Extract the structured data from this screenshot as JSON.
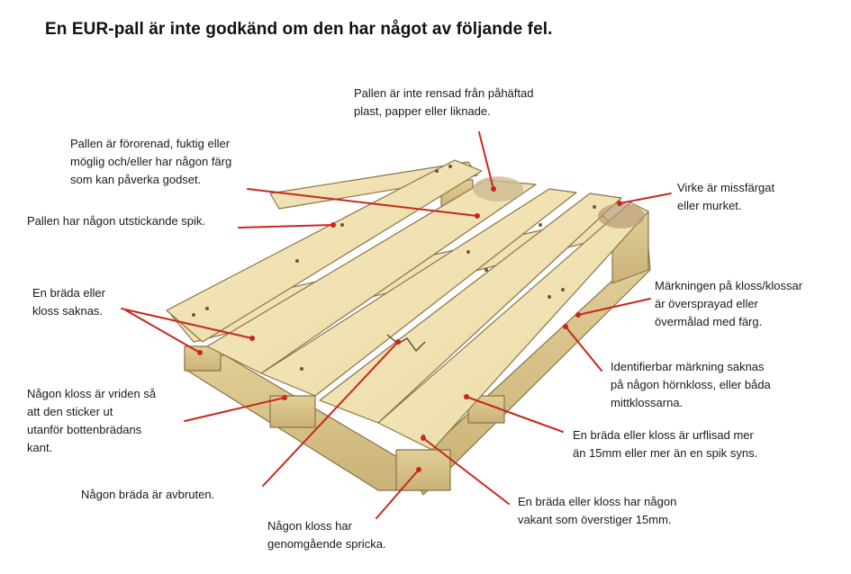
{
  "title": "En EUR-pall är inte godkänd om den har något av följande fel.",
  "colors": {
    "leader": "#c8281e",
    "wood": "#f1e3b3",
    "wood_edge": "#8a7448",
    "shade": "#d9c48c"
  },
  "labels": [
    {
      "id": "plast",
      "lines": [
        "Pallen är inte rensad från påhäftad",
        "plast, papper eller liknade."
      ]
    },
    {
      "id": "fororenad",
      "lines": [
        "Pallen är förorenad, fuktig eller",
        "möglig och/eller har någon färg",
        "som kan påverka godset."
      ]
    },
    {
      "id": "spik",
      "lines": [
        "Pallen har någon utstickande spik."
      ]
    },
    {
      "id": "missfargat",
      "lines": [
        "Virke är missfärgat",
        "eller murket."
      ]
    },
    {
      "id": "saknas",
      "lines": [
        "En bräda eller",
        "kloss saknas."
      ]
    },
    {
      "id": "markning-oversprayad",
      "lines": [
        "Märkningen på kloss/klossar",
        "är översprayad eller",
        "övermålad med färg."
      ]
    },
    {
      "id": "identifierbar",
      "lines": [
        "Identifierbar märkning saknas",
        "på någon hörnkloss, eller båda",
        "mittklossarna."
      ]
    },
    {
      "id": "vriden",
      "lines": [
        "Någon kloss är vriden så",
        "att den sticker ut",
        "utanför bottenbrädans",
        "kant."
      ]
    },
    {
      "id": "urflisad",
      "lines": [
        "En bräda eller kloss är urflisad mer",
        "än 15mm eller mer än en spik syns."
      ]
    },
    {
      "id": "avbruten",
      "lines": [
        "Någon bräda är avbruten."
      ]
    },
    {
      "id": "vakant",
      "lines": [
        "En bräda eller kloss har någon",
        "vakant som överstiger 15mm."
      ]
    },
    {
      "id": "spricka",
      "lines": [
        "Någon kloss har",
        "genomgående spricka."
      ]
    }
  ]
}
